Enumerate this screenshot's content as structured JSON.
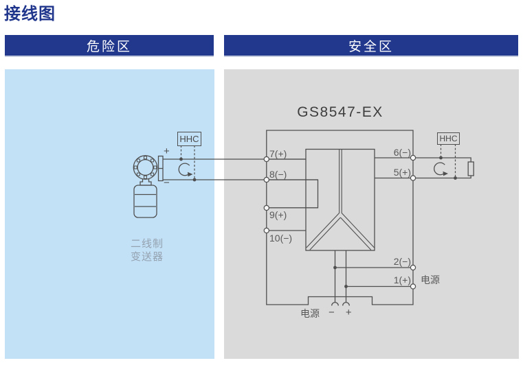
{
  "title": "接线图",
  "zones": {
    "hazardous": "危险区",
    "safe": "安全区"
  },
  "device": {
    "model": "GS8547-EX"
  },
  "transmitter": {
    "caption_line1": "二线制",
    "caption_line2": "变送器",
    "terminal_plus": "+",
    "terminal_minus": "−"
  },
  "hhc": {
    "left_label": "HHC",
    "right_label": "HHC"
  },
  "terminals": {
    "t7": "7(+)",
    "t8": "8(−)",
    "t9": "9(+)",
    "t10": "10(−)",
    "t6": "6(−)",
    "t5": "5(+)",
    "t2": "2(−)",
    "t1": "1(+)"
  },
  "power": {
    "side_label": "电源",
    "bottom_label": "电源",
    "bottom_polarity": "− +"
  },
  "icons": {
    "loop_arrow": "loop-current-arrow",
    "resistor": "load-resistor",
    "power_sockets": "power-terminal-arcs"
  },
  "colors": {
    "navy": "#22388c",
    "hazardous_bg": "#c2e1f7",
    "safe_bg": "#dadada",
    "line": "#4f4f4f",
    "label": "#585858",
    "caption": "#95a2b0"
  }
}
